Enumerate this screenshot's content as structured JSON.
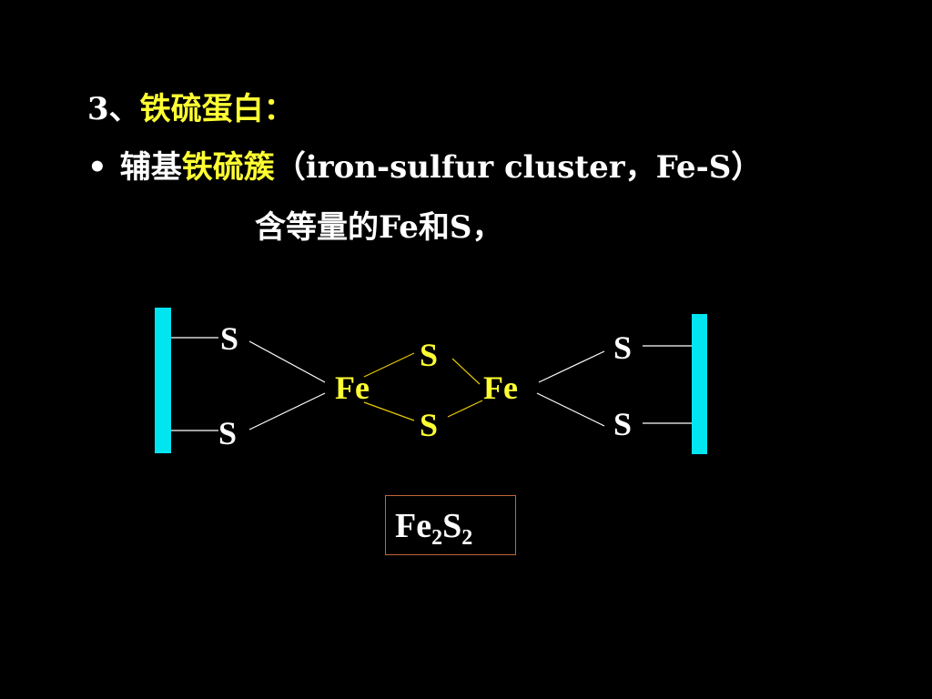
{
  "heading": {
    "number": "3、",
    "title": "铁硫蛋白",
    "colon": "："
  },
  "bullet_line": {
    "bullet": "•",
    "prefix": "辅基",
    "highlight": "铁硫簇",
    "suffix": "（iron-sulfur cluster，Fe-S）"
  },
  "detail_line": {
    "text": "含等量的Fe和S，"
  },
  "diagram": {
    "labels": {
      "left_s_top": "S",
      "left_s_bottom": "S",
      "fe_left": "Fe",
      "s_bridge_top": "S",
      "s_bridge_bottom": "S",
      "fe_right": "Fe",
      "right_s_top": "S",
      "right_s_bottom": "S"
    },
    "colors": {
      "protein_bar": "#00e5f0",
      "bond_white": "#ffffff",
      "bond_yellow": "#e6c800",
      "yellow_text": "#ffff33",
      "white_text": "#ffffff",
      "box_border": "#c0653a"
    }
  },
  "formula": {
    "fe": "Fe",
    "fe_sub": "2",
    "s": "S",
    "s_sub": "2"
  }
}
